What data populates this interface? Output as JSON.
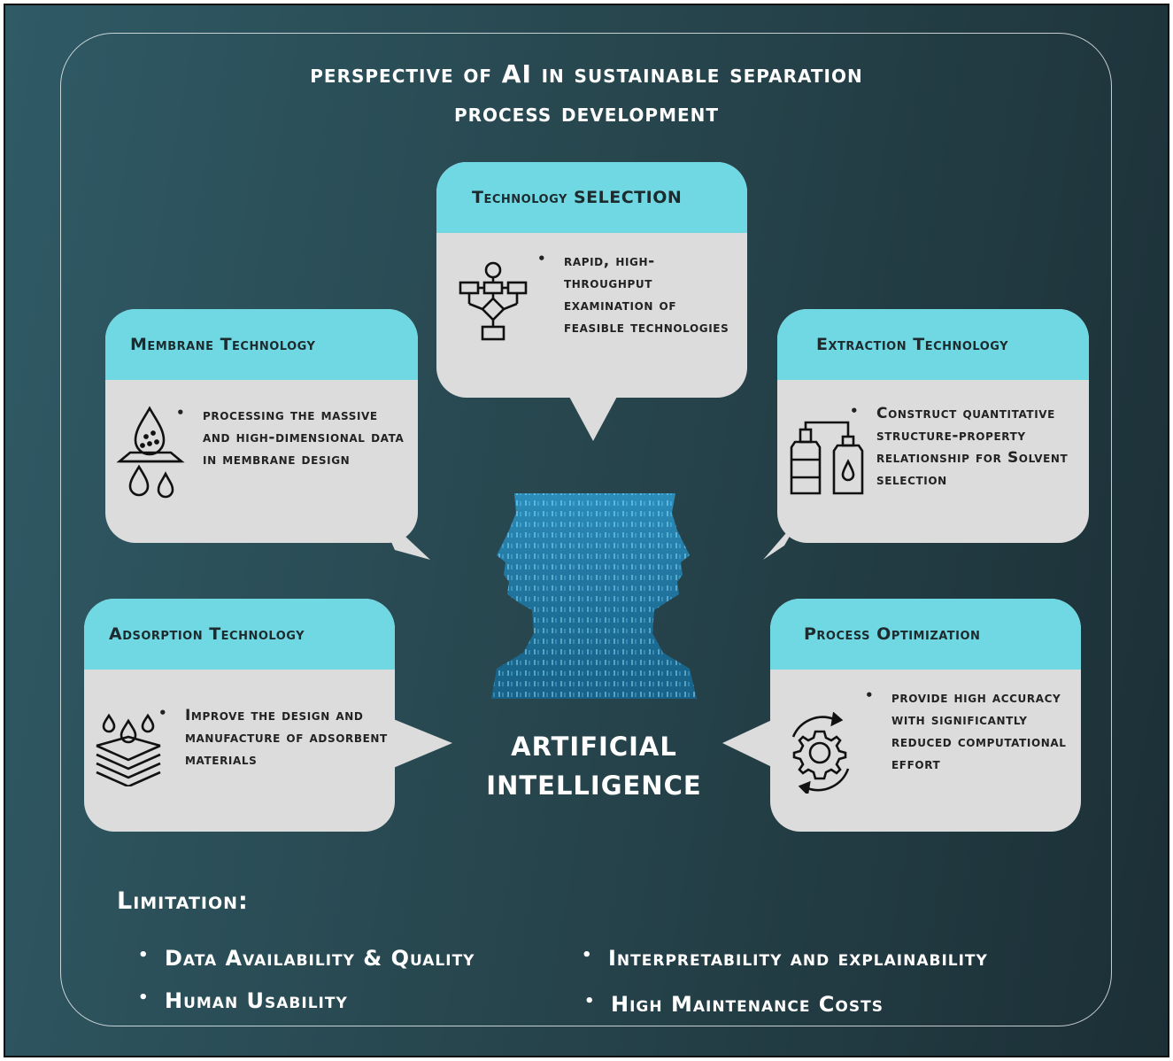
{
  "title": {
    "line1": "perspective of AI in sustainable separation",
    "line2": "process development"
  },
  "center": {
    "line1": "ARTIFICIAL",
    "line2": "INTELLIGENCE"
  },
  "boxes": {
    "technology_selection": {
      "title": "Technology SELECTION",
      "icon": "flowchart-icon",
      "bullets": [
        "rapid, high-throughput examination of feasible technologies"
      ]
    },
    "membrane": {
      "title": "Membrane Technology",
      "icon": "membrane-filter-icon",
      "bullets": [
        "processing the massive and high-dimensional data in membrane design"
      ]
    },
    "extraction": {
      "title": "Extraction Technology",
      "icon": "solvent-bottles-icon",
      "bullets": [
        "Construct quantitative structure-property relationship for Solvent selection"
      ]
    },
    "adsorption": {
      "title": "Adsorption Technology",
      "icon": "adsorbent-layers-icon",
      "bullets": [
        "Improve the design and manufacture of adsorbent materials"
      ]
    },
    "process_optimization": {
      "title": "Process Optimization",
      "icon": "gear-cycle-icon",
      "bullets": [
        "provide high accuracy with significantly reduced computational effort"
      ]
    }
  },
  "limitation": {
    "title": "Limitation:",
    "items": [
      "Data Availability  & Quality",
      "Interpretability and explainability",
      "Human Usability",
      "High Maintenance Costs"
    ]
  },
  "colors": {
    "header": "#6fd8e2",
    "bubble": "#dcdcdc",
    "background_left": "#2f5a66",
    "background_right": "#1c2f36",
    "binary_head": "#3a9ccc"
  }
}
